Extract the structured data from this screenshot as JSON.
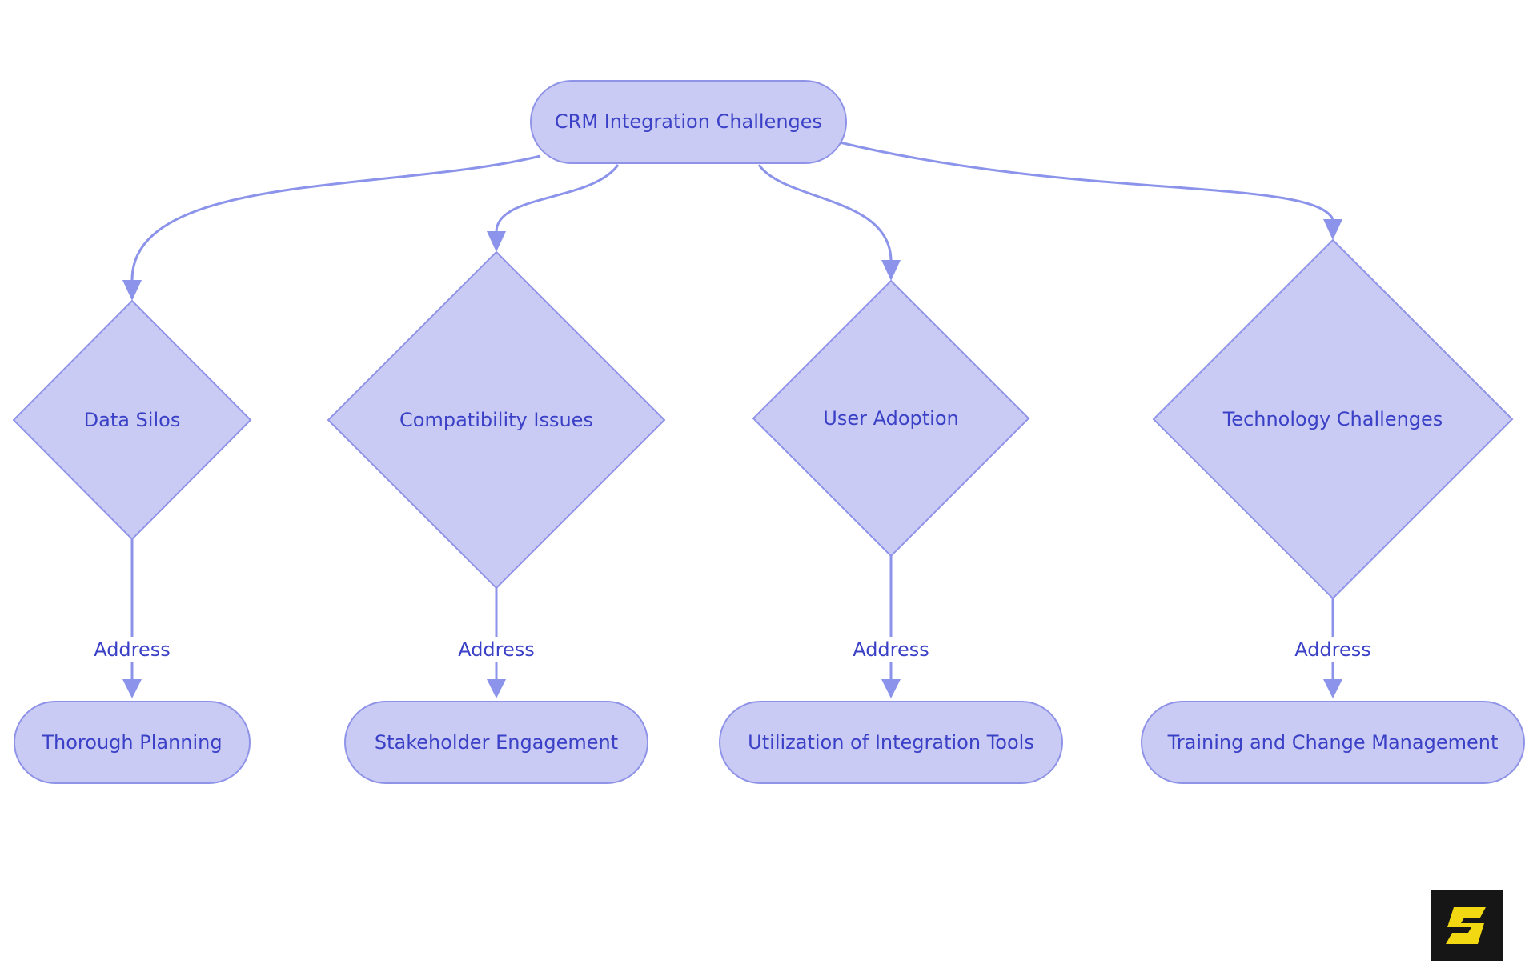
{
  "diagram": {
    "root": {
      "label": "CRM Integration Challenges"
    },
    "branches": [
      {
        "challenge": "Data Silos",
        "edge_label": "Address",
        "solution": "Thorough Planning"
      },
      {
        "challenge": "Compatibility Issues",
        "edge_label": "Address",
        "solution": "Stakeholder Engagement"
      },
      {
        "challenge": "User Adoption",
        "edge_label": "Address",
        "solution": "Utilization of Integration Tools"
      },
      {
        "challenge": "Technology Challenges",
        "edge_label": "Address",
        "solution": "Training and Change Management"
      }
    ],
    "colors": {
      "background": "#FFFFFF",
      "node_fill": "#C9CBF4",
      "node_border": "#8F93E8",
      "edge": "#8B93EA",
      "text": "#3B41C6",
      "logo_bg": "#161616",
      "logo_glyph": "#F2D713"
    },
    "logo": {
      "icon": "angular-s-logo"
    }
  }
}
